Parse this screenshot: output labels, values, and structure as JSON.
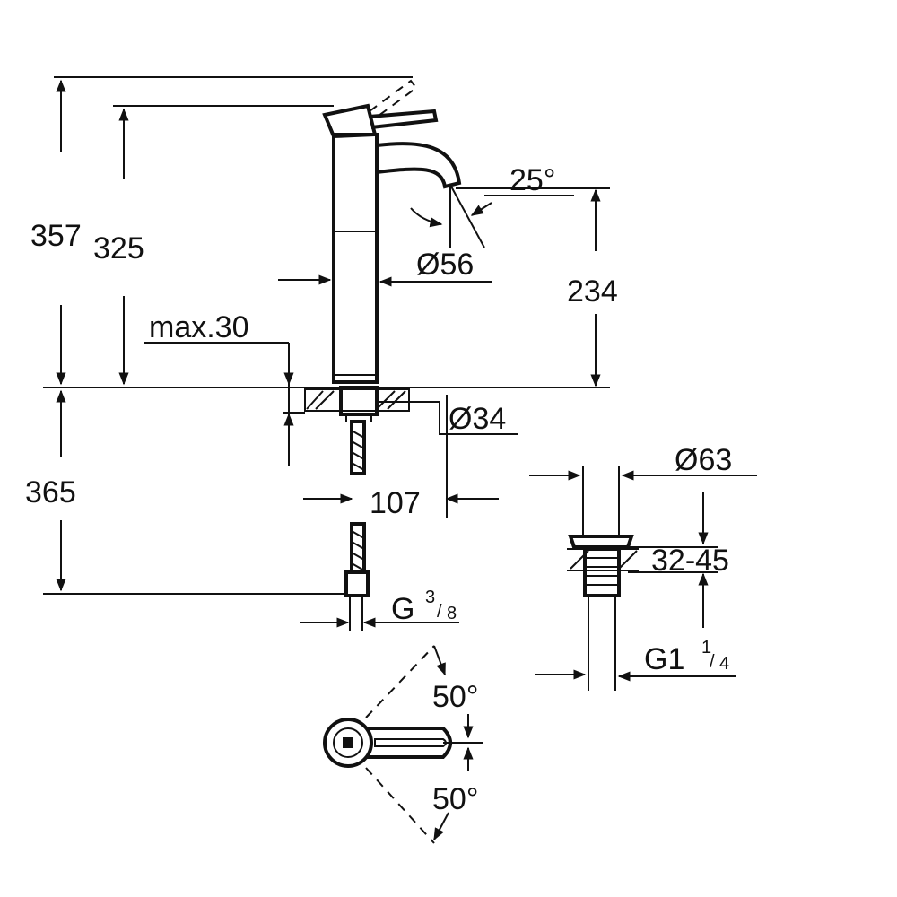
{
  "dimensions": {
    "total_height": "357",
    "lever_height": "325",
    "max_deck": "max.30",
    "spout_angle": "25°",
    "body_diameter": "Ø56",
    "spout_height": "234",
    "hole_diameter": "Ø34",
    "hose_length": "365",
    "spout_reach": "107",
    "hose_thread_base": "G",
    "hose_thread_num": "3",
    "hose_thread_den": "8",
    "waste_diameter": "Ø63",
    "waste_range": "32-45",
    "waste_thread_base": "G1",
    "waste_thread_num": "1",
    "waste_thread_den": "4",
    "lever_angle_upper": "50°",
    "lever_angle_lower": "50°"
  },
  "colors": {
    "ink": "#111111",
    "paper": "#ffffff"
  }
}
